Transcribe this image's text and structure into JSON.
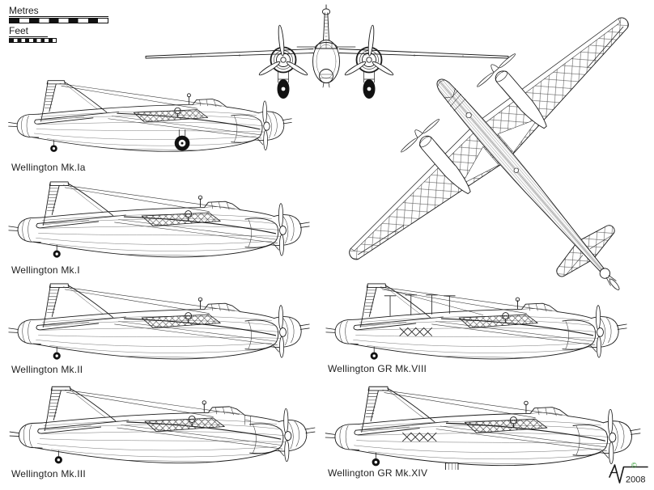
{
  "canvas": {
    "background": "#ffffff",
    "ink": "#1a1a1a"
  },
  "scale_bars": {
    "metres_label": "Metres",
    "feet_label": "Feet"
  },
  "views": {
    "front": "front-view-drawing",
    "plan": "top-view-drawing"
  },
  "variants": [
    {
      "id": "mk-ia",
      "label": "Wellington Mk.Ia"
    },
    {
      "id": "mk-i",
      "label": "Wellington Mk.I"
    },
    {
      "id": "mk-ii",
      "label": "Wellington Mk.II"
    },
    {
      "id": "mk-iii",
      "label": "Wellington Mk.III"
    },
    {
      "id": "gr-mk-viii",
      "label": "Wellington GR Mk.VIII"
    },
    {
      "id": "gr-mk-xiv",
      "label": "Wellington GR Mk.XIV"
    }
  ],
  "signature": {
    "year": "2008",
    "copyright_symbol": "©",
    "copyright_color": "#3aa23a"
  }
}
